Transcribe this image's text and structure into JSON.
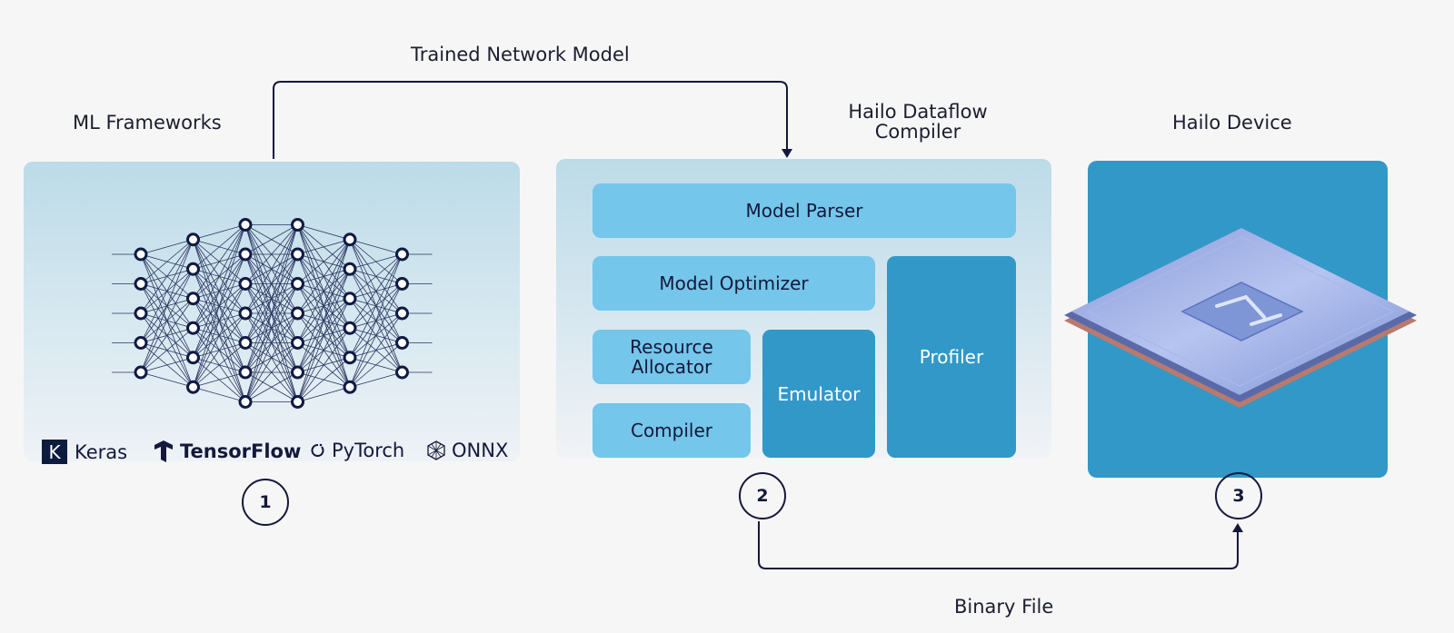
{
  "labels": {
    "trained_network_model": "Trained Network Model",
    "ml_frameworks": "ML Frameworks",
    "compiler_title": "Hailo Dataflow Compiler",
    "hailo_device": "Hailo Device",
    "binary_file": "Binary File"
  },
  "frameworks": [
    {
      "name": "Keras",
      "icon": "keras-icon",
      "glyph": "K"
    },
    {
      "name": "TensorFlow",
      "icon": "tensorflow-icon"
    },
    {
      "name": "PyTorch",
      "icon": "pytorch-icon"
    },
    {
      "name": "ONNX",
      "icon": "onnx-icon"
    }
  ],
  "compiler_blocks": {
    "model_parser": "Model Parser",
    "model_optimizer": "Model Optimizer",
    "resource_allocator": "Resource Allocator",
    "compiler": "Compiler",
    "emulator": "Emulator",
    "profiler": "Profiler"
  },
  "steps": [
    "1",
    "2",
    "3"
  ],
  "network": {
    "layers": [
      5,
      6,
      7,
      7,
      6,
      5
    ]
  },
  "colors": {
    "background": "#f6f6f7",
    "light_block": "#74c6ea",
    "dark_block": "#3298c8",
    "ink": "#14183a"
  }
}
